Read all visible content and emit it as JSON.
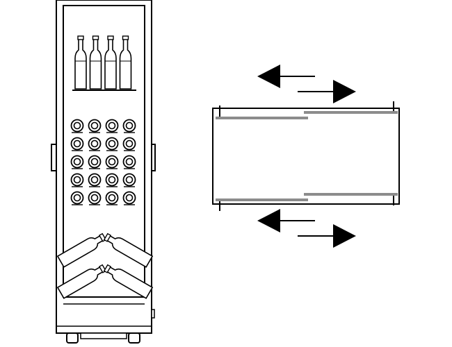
{
  "diagram": {
    "figures": [
      {
        "id": "wine-cabinet",
        "description_visible_text": ""
      },
      {
        "id": "sliding-shelf",
        "description_visible_text": ""
      }
    ],
    "colors": {
      "stroke": "#000000",
      "rail": "#8c8c8c",
      "background": "#ffffff"
    },
    "cabinet": {
      "top_bottles_count": 4,
      "rack_rows": 5,
      "rack_columns": 4,
      "crossed_bottle_pairs": 2
    },
    "shelf": {
      "arrow_pairs": 2,
      "rails_per_side": 2
    }
  }
}
